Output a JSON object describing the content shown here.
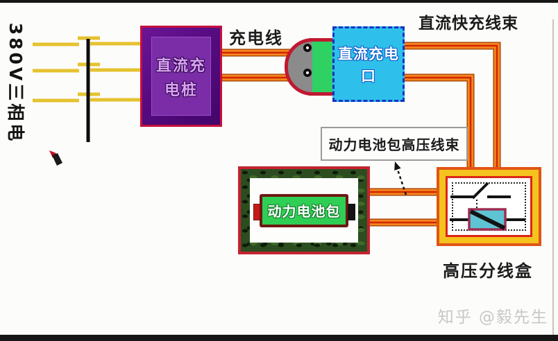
{
  "source": {
    "label": "380V三相电"
  },
  "charger": {
    "line1": "直流充",
    "line2": "电桩"
  },
  "port": {
    "line1": "直流充电",
    "line2": "口"
  },
  "battery": {
    "label": "动力电池包"
  },
  "labels": {
    "cable": "充电线",
    "fast_harness": "直流快充线束",
    "battery_harness": "动力电池包高压线束",
    "junction_box": "高压分线盒"
  },
  "watermark": "知乎 @毅先生",
  "colors": {
    "cable_orange": "#f5861e",
    "cable_core_red": "#cf2700",
    "phase_yellow": "#e5c22f",
    "charger_purple": "#7b2da8",
    "charger_border_red": "#c5103d",
    "port_cyan": "#2ec0ea",
    "port_border_blue": "#1433c8",
    "plug_green": "#2ed162",
    "plug_gray": "#8b8b8b",
    "battery_green": "#2fcf55",
    "battery_frame_red": "#c32331",
    "junction_yellow": "#f5c31d",
    "junction_border_orange": "#e05515",
    "contactor_cyan": "#5ec4d4"
  }
}
